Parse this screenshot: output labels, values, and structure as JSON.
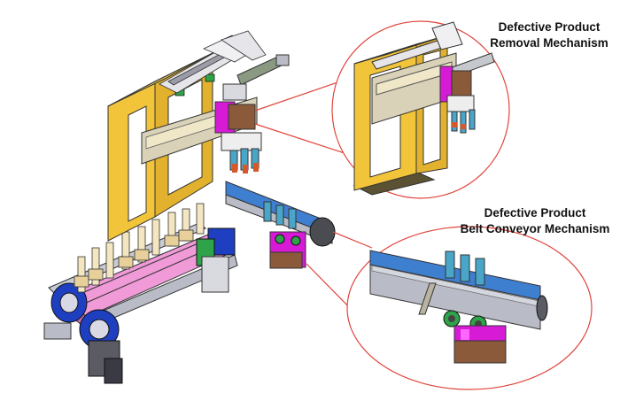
{
  "callouts": {
    "removal": {
      "line1": "Defective Product",
      "line2": "Removal Mechanism"
    },
    "conveyor": {
      "line1": "Defective Product",
      "line2": "Belt Conveyor Mechanism"
    }
  },
  "colors": {
    "frame_yellow": "#f2c43a",
    "cylinder_blue": "#4aa6c8",
    "rail_blue": "#3f7fd0",
    "magenta": "#d61ad6",
    "pink": "#f09ad8",
    "slide_gray": "#b9bcc6",
    "dark_gray": "#5b5b63",
    "brown": "#8a5a3a",
    "green": "#2fa34a",
    "callout_red": "#e0453d",
    "deep_blue": "#1e3fc0"
  },
  "icons": [
    "machine-assembly-illustration",
    "magnify-callout-circle"
  ]
}
